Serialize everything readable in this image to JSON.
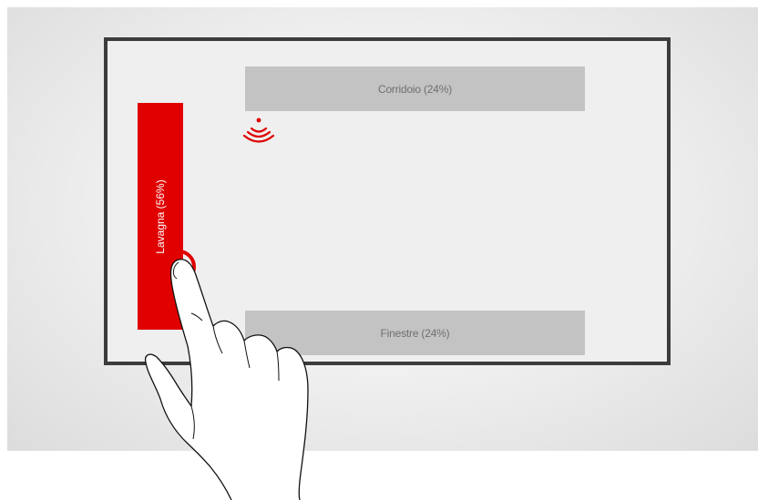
{
  "room": {
    "zones": {
      "top": {
        "label": "Corridoio (24%)"
      },
      "bottom": {
        "label": "Finestre (24%)"
      },
      "left": {
        "label": "Lavagna (56%)",
        "active": true
      }
    },
    "signal_icon": "wifi-signal-icon",
    "pointer_icon": "hand-pointer-icon"
  },
  "colors": {
    "active_zone": "#e00000",
    "inactive_zone": "#c3c3c3",
    "room_border": "#3c3c3c"
  }
}
